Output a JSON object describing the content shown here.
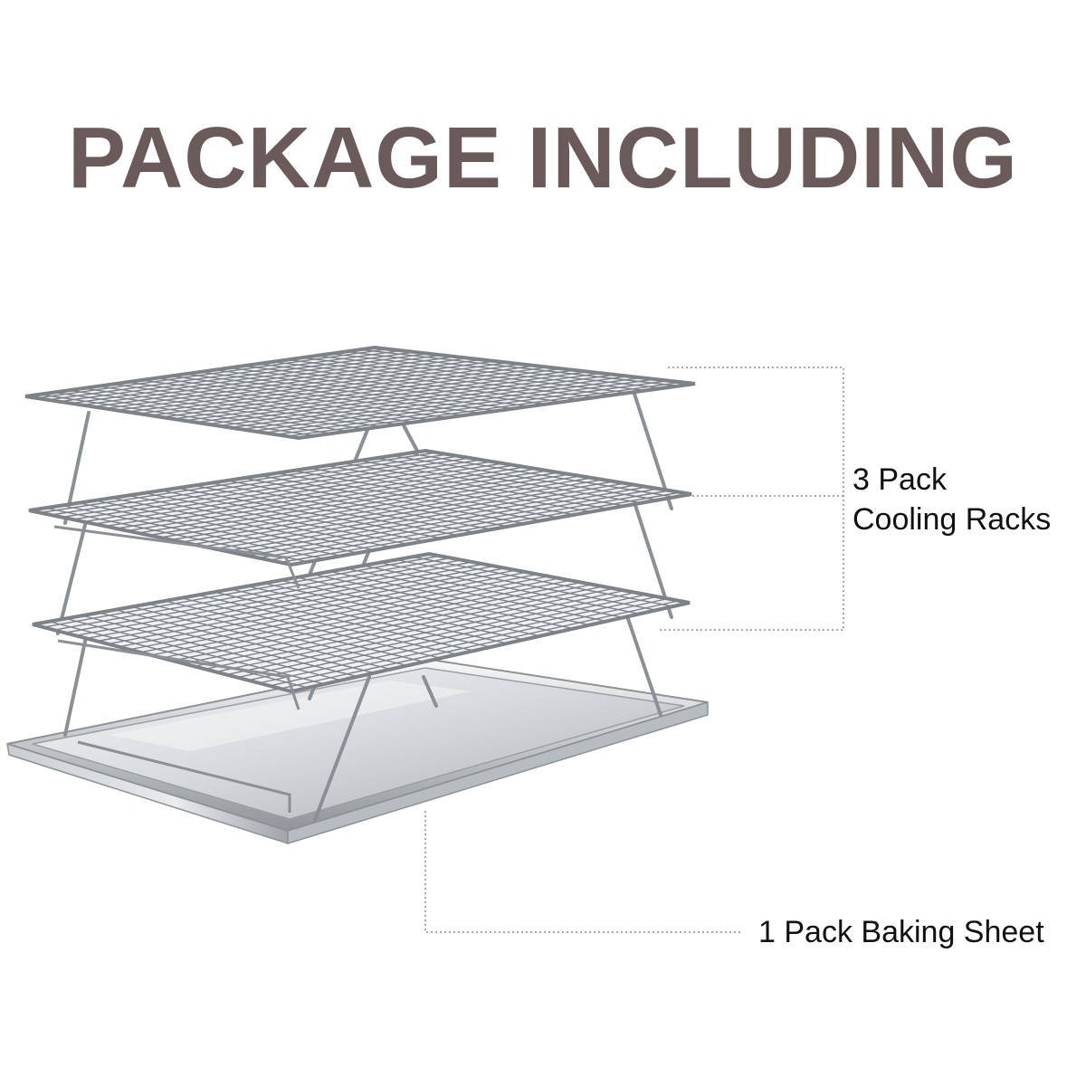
{
  "heading": {
    "text": "PACKAGE INCLUDING",
    "color": "#6b5a5a"
  },
  "callouts": {
    "racks": {
      "line1": "3 Pack",
      "line2": "Cooling Racks"
    },
    "sheet": {
      "text": "1 Pack Baking Sheet"
    }
  },
  "colors": {
    "steel_light": "#e6e8ea",
    "steel_mid": "#b9bdc1",
    "steel_dark": "#7d8287",
    "leader_line": "#8a8a8a"
  },
  "product": {
    "rack_count": 3,
    "sheet_count": 1
  }
}
